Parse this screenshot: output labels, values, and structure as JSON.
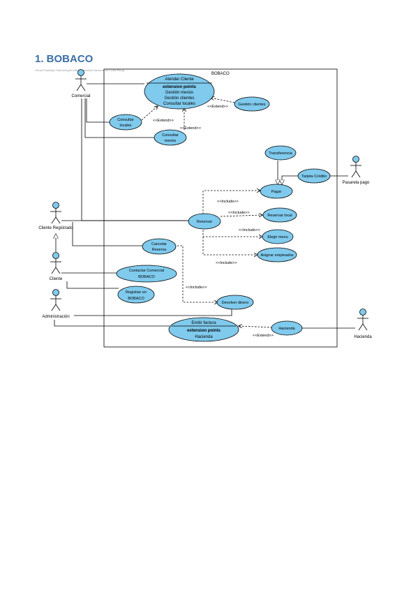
{
  "page": {
    "heading": "1. BOBACO",
    "watermark": "Visual Paradigm Standard(pervalli(Universidad Nacional de Costa Rica))"
  },
  "diagram": {
    "system_name": "BOBACO",
    "colors": {
      "fill": "#7fcaed",
      "stroke": "#000000"
    },
    "actors": [
      {
        "id": "comercial",
        "label": "Comercial"
      },
      {
        "id": "pasarela",
        "label": "Pasarela pago"
      },
      {
        "id": "cliente-registrado",
        "label": "Cliente Registrado"
      },
      {
        "id": "cliente",
        "label": "Cliente"
      },
      {
        "id": "administracion",
        "label": "Administración"
      },
      {
        "id": "hacienda",
        "label": "Hacienda"
      }
    ],
    "use_cases": {
      "atender": {
        "title": "Atender Cliente",
        "lines": [
          "extension points",
          "Gestión menús",
          "Gestión clientes",
          "Consultar locales"
        ]
      },
      "gestion_clientes": {
        "lines": [
          "Gestión clientes"
        ]
      },
      "consultar_locales": {
        "lines": [
          "Consultar",
          "locales"
        ]
      },
      "consultar_menu": {
        "lines": [
          "Consultar",
          "menús"
        ]
      },
      "transferencia": {
        "lines": [
          "Transferencia"
        ]
      },
      "tarjeta": {
        "lines": [
          "Tarjeta Crédito"
        ]
      },
      "pagar": {
        "lines": [
          "Pagar"
        ]
      },
      "reservar": {
        "lines": [
          "Reservar"
        ]
      },
      "reservar_local": {
        "lines": [
          "Reservar local"
        ]
      },
      "elegir_menu": {
        "lines": [
          "Elegir menu"
        ]
      },
      "asignar": {
        "lines": [
          "Asignar empleados"
        ]
      },
      "cancelar": {
        "lines": [
          "Cancelar",
          "Reserva"
        ]
      },
      "contactar": {
        "lines": [
          "Contactar Comercial",
          "BOBACO"
        ]
      },
      "registrar": {
        "lines": [
          "Registrar en",
          "BOBACO"
        ]
      },
      "devolver": {
        "lines": [
          "Devolver dinero"
        ]
      },
      "emitir": {
        "title": "Emitir factura",
        "lines": [
          "extension points",
          "Hacienda"
        ]
      },
      "hacienda_uc": {
        "lines": [
          "Hacienda"
        ]
      }
    },
    "relations": {
      "extend": "<<Extend>>",
      "include": "<<Include>>"
    }
  }
}
